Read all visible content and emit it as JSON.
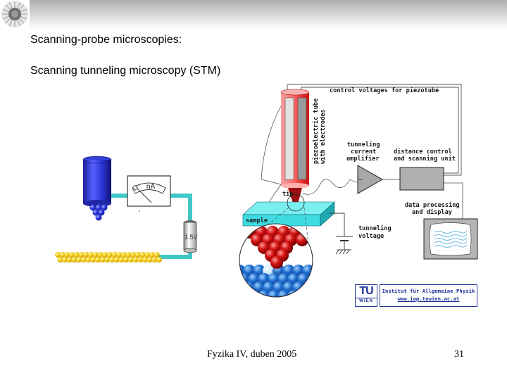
{
  "slide": {
    "heading": "Scanning-probe microscopies:",
    "subheading": "Scanning tunneling microscopy (STM)"
  },
  "circuit_diagram": {
    "ammeter_unit": "nA",
    "battery_label": "1.5V",
    "colors": {
      "wire": "#40c8c8",
      "tip": "#2d38c8",
      "chain": "#f2cc1a"
    }
  },
  "stm_diagram": {
    "labels": {
      "control_voltages": "control voltages for piezotube",
      "piezo_line1": "piezoelectric tube",
      "piezo_line2": "with electrodes",
      "amplifier_line1": "tunneling",
      "amplifier_line2": "current",
      "amplifier_line3": "amplifier",
      "control_unit_line1": "distance control",
      "control_unit_line2": "and scanning unit",
      "tip": "tip",
      "sample": "sample",
      "data_line1": "data processing",
      "data_line2": "and display",
      "voltage_line1": "tunneling",
      "voltage_line2": "voltage"
    },
    "colors": {
      "tube": "#e83a3a",
      "sample": "#3fdde3",
      "box": "#b0b0b0",
      "tip_atoms": "#c41010",
      "sample_atoms": "#1f5fbf"
    }
  },
  "institute": {
    "logo_top": "TU",
    "logo_bottom": "WIEN",
    "name": "Institut für Allgemeine Physik",
    "url": "www.iap.tuwien.ac.at"
  },
  "footer": {
    "course": "Fyzika IV, duben 2005",
    "page_number": "31"
  }
}
